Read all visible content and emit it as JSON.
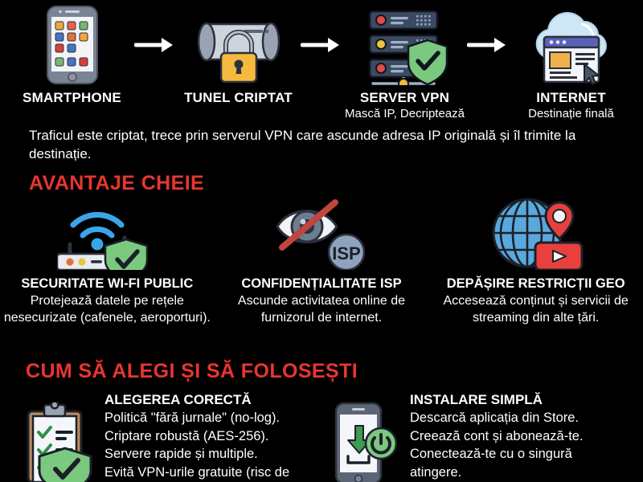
{
  "flow": {
    "steps": [
      {
        "icon": "smartphone-icon",
        "title": "SMARTPHONE",
        "sub": ""
      },
      {
        "icon": "encrypted-tunnel-lock-icon",
        "title": "TUNEL CRIPTAT",
        "sub": ""
      },
      {
        "icon": "vpn-server-shield-icon",
        "title": "SERVER VPN",
        "sub": "Mască IP, Decriptează"
      },
      {
        "icon": "cloud-browser-icon",
        "title": "INTERNET",
        "sub": "Destinație finală"
      }
    ],
    "arrow_icon": "arrow-right-icon"
  },
  "intro": "Traficul este criptat, trece prin serverul VPN care ascunde adresa IP originală și îl trimite la destinație.",
  "sections": {
    "advantages_heading": "AVANTAJE CHEIE",
    "howto_heading": "CUM SĂ ALEGI ȘI SĂ FOLOSEȘTI"
  },
  "benefits": [
    {
      "icon": "wifi-router-shield-icon",
      "title": "SECURITATE WI-FI PUBLIC",
      "desc": "Protejează datele pe rețele nesecurizate (cafenele, aeroporturi)."
    },
    {
      "icon": "crossed-eye-isp-icon",
      "title": "CONFIDENȚIALITATE ISP",
      "desc": "Ascunde activitatea online de furnizorul de internet."
    },
    {
      "icon": "globe-pin-video-icon",
      "title": "DEPĂȘIRE RESTRICȚII GEO",
      "desc": "Accesează conținut și servicii de streaming din alte țări."
    }
  ],
  "howto": [
    {
      "icon": "clipboard-checklist-shield-icon",
      "title": "ALEGEREA CORECTĂ",
      "lines": [
        "Politică \"fără jurnale\" (no-log).",
        "Criptare robustă (AES-256).",
        "Servere rapide și multiple.",
        "Evită VPN-urile gratuite (risc de"
      ]
    },
    {
      "icon": "phone-download-power-icon",
      "title": "INSTALARE SIMPLĂ",
      "lines": [
        "Descarcă aplicația din Store.",
        "Creează cont și abonează-te.",
        "Conectează-te cu o singură",
        "atingere."
      ]
    }
  ],
  "colors": {
    "background": "#000000",
    "heading_red": "#e8352f",
    "text_white": "#ffffff",
    "shield_green": "#7bc97f",
    "lock_amber": "#f5b93f",
    "wifi_blue": "#3aa6e8",
    "globe_blue": "#5aa8dd",
    "pin_red": "#e8403c"
  }
}
